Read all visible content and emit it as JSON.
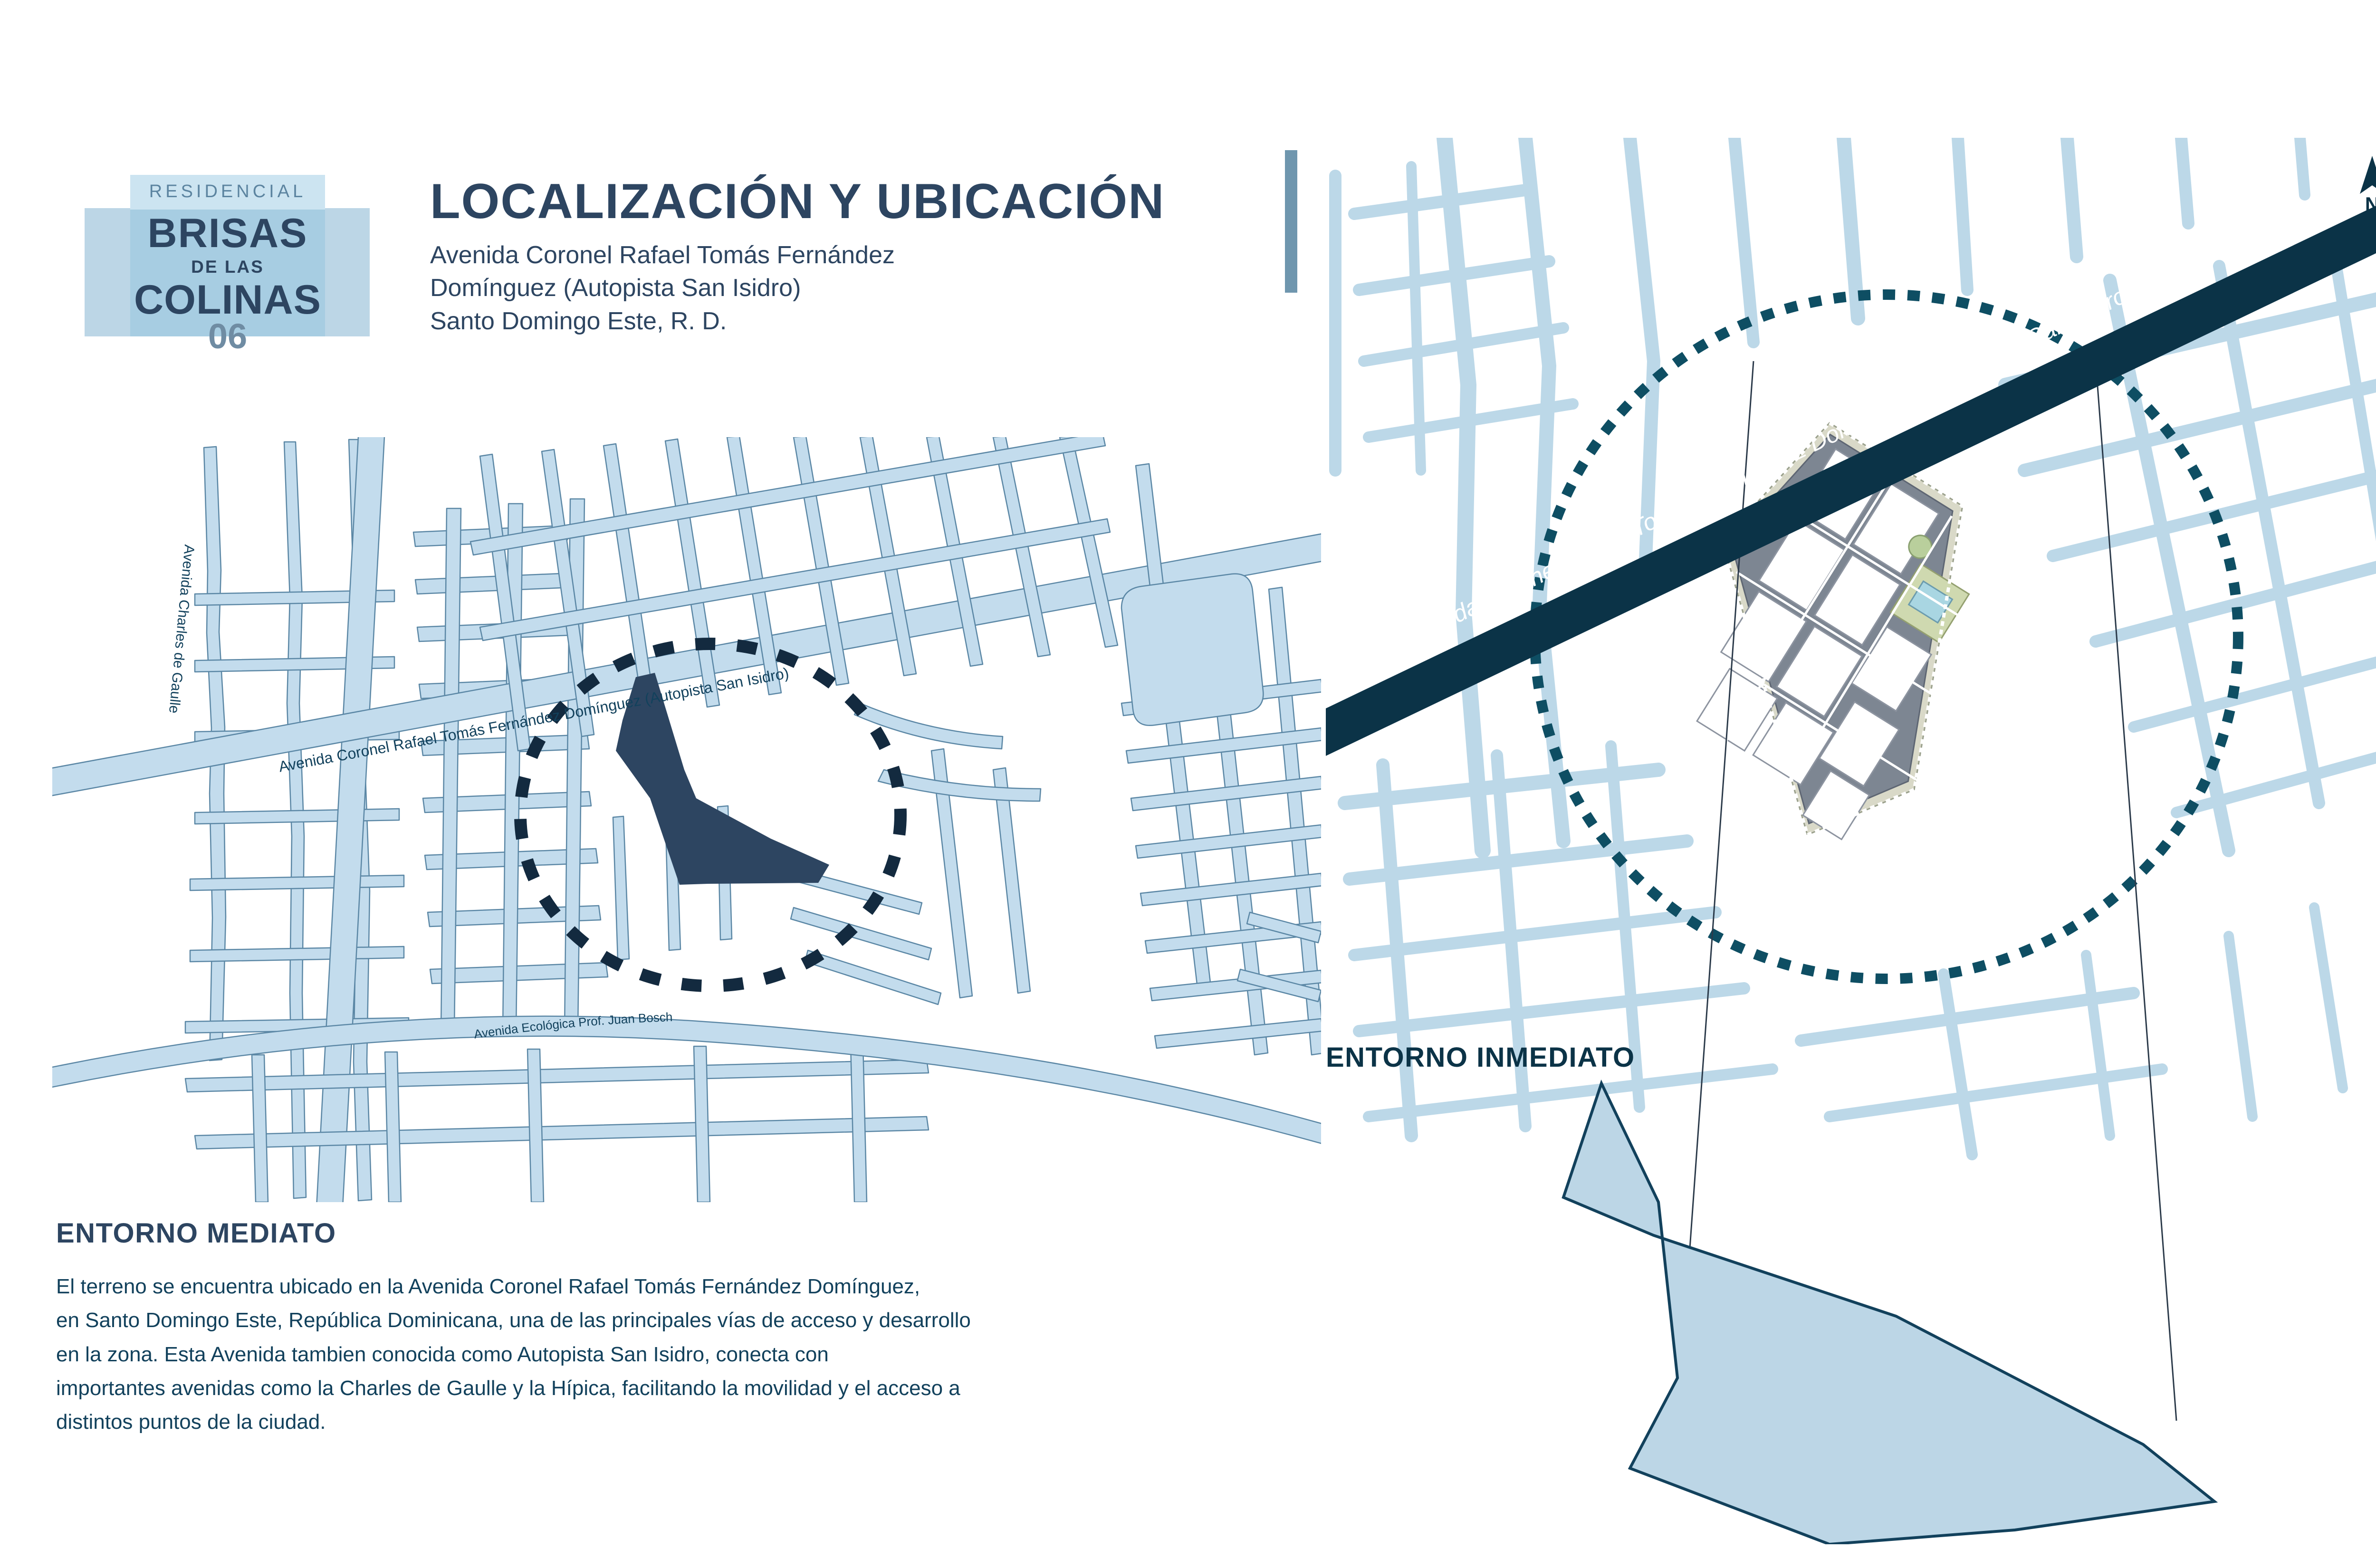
{
  "logo": {
    "eyebrow": "RESIDENCIAL",
    "name_line1": "BRISAS",
    "name_line2": "DE LAS",
    "name_line3": "COLINAS",
    "number": "06",
    "colors": {
      "wide_band": "#bcd6e6",
      "center_block": "#a7cde2",
      "top_band": "#cce4f1",
      "name_text": "#2d4561",
      "eyebrow_text": "#5c84a0",
      "number_text": "#6f8ca3"
    }
  },
  "header": {
    "title": "LOCALIZACIÓN Y UBICACIÓN",
    "subtitle_line1": "Avenida Coronel Rafael Tomás Fernández",
    "subtitle_line2": "Domínguez (Autopista San Isidro)",
    "subtitle_line3": "Santo Domingo Este, R. D.",
    "rule_color": "#6f96ae",
    "title_color": "#2d4561"
  },
  "map_mediato": {
    "caption": "ENTORNO MEDIATO",
    "street_labels": [
      "Avenida Charles de Gaulle",
      "Avenida Coronel Rafael Tomás Fernández Domínguez (Autopista San Isidro)",
      "Avenida Ecológica Prof. Juan Bosch"
    ],
    "site_fill": "#2d4561",
    "street_fill": "#c3dced",
    "street_stroke": "#5b87a5",
    "highlight_circle": "dashed-navy-circle"
  },
  "map_inmediato": {
    "caption": "ENTORNO INMEDIATO",
    "street_label": "Avenida Coronel Rafael Tomás Fernández Domínguez (Autopista San Isidro)",
    "north_marker": "N",
    "highway_fill": "#0b3347",
    "highway_text_color": "#ffffff",
    "street_fill": "#bcd8e8",
    "callout_fill": "#bcd6e6",
    "callout_stroke": "#12415c",
    "highlight_circle": "dashed-navy-circle"
  },
  "body": {
    "line1": "El terreno se encuentra ubicado en la Avenida Coronel Rafael Tomás Fernández Domínguez,",
    "line2": "en Santo Domingo Este, República Dominicana, una de las principales vías de acceso y desarrollo",
    "line3": "en la zona. Esta Avenida tambien conocida como Autopista San Isidro, conecta con",
    "line4": "importantes avenidas como la Charles de Gaulle y la Hípica, facilitando la movilidad y el acceso a",
    "line5": "distintos puntos de la ciudad.",
    "text_color": "#12415c"
  }
}
